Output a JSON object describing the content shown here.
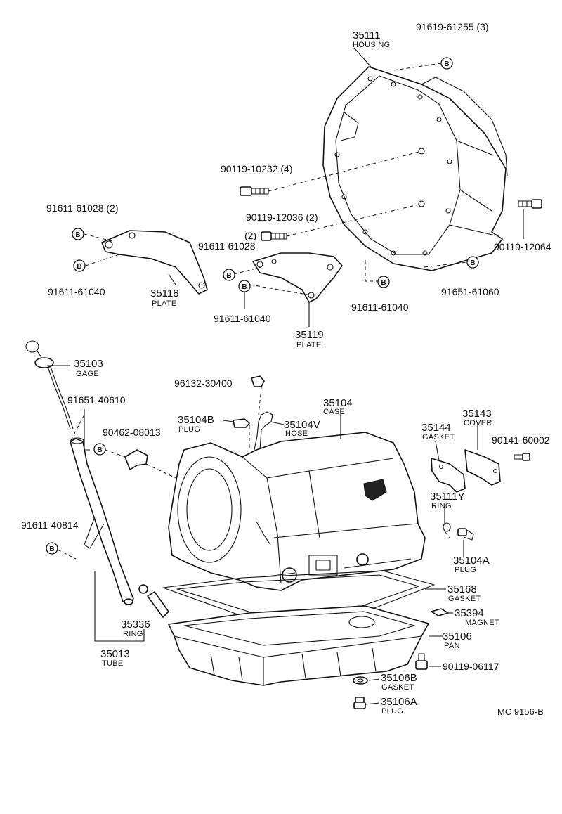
{
  "diagram": {
    "ref_code": "MC 9156-B",
    "b_marker": "B",
    "parts": {
      "housing": {
        "no": "35111",
        "name": "HOUSING"
      },
      "housing_bolt_top": {
        "no": "91619-61255 (3)"
      },
      "bolt_10232": {
        "no": "90119-10232 (4)"
      },
      "bolt_12036": {
        "no": "90119-12036 (2)"
      },
      "bolt_12036_qty": {
        "no": "(2)"
      },
      "bolt_12064": {
        "no": "90119-12064"
      },
      "b_61028_left": {
        "no": "91611-61028 (2)"
      },
      "b_61040_left": {
        "no": "91611-61040"
      },
      "plate_35118": {
        "no": "35118",
        "name": "PLATE"
      },
      "b_61028_mid": {
        "no": "91611-61028"
      },
      "b_61040_mid": {
        "no": "91611-61040"
      },
      "plate_35119": {
        "no": "35119",
        "name": "PLATE"
      },
      "b_61040_right": {
        "no": "91611-61040"
      },
      "b_61060": {
        "no": "91651-61060"
      },
      "gage": {
        "no": "35103",
        "name": "GAGE"
      },
      "plug_30400": {
        "no": "96132-30400"
      },
      "case": {
        "no": "35104",
        "name": "CASE"
      },
      "plug_35104b": {
        "no": "35104B",
        "name": "PLUG"
      },
      "hose": {
        "no": "35104V",
        "name": "HOSE"
      },
      "b_40610": {
        "no": "91651-40610"
      },
      "clip_08013": {
        "no": "90462-08013"
      },
      "cover": {
        "no": "35143",
        "name": "COVER"
      },
      "gasket_35144": {
        "no": "35144",
        "name": "GASKET"
      },
      "bolt_60002": {
        "no": "90141-60002"
      },
      "ring_35111y": {
        "no": "35111Y",
        "name": "RING"
      },
      "plug_35104a": {
        "no": "35104A",
        "name": "PLUG"
      },
      "b_40814": {
        "no": "91611-40814"
      },
      "gasket_35168": {
        "no": "35168",
        "name": "GASKET"
      },
      "magnet": {
        "no": "35394",
        "name": "MAGNET"
      },
      "ring_35336": {
        "no": "35336",
        "name": "RING"
      },
      "pan": {
        "no": "35106",
        "name": "PAN"
      },
      "tube": {
        "no": "35013",
        "name": "TUBE"
      },
      "bolt_06117": {
        "no": "90119-06117"
      },
      "gasket_35106b": {
        "no": "35106B",
        "name": "GASKET"
      },
      "plug_35106a": {
        "no": "35106A",
        "name": "PLUG"
      }
    }
  }
}
